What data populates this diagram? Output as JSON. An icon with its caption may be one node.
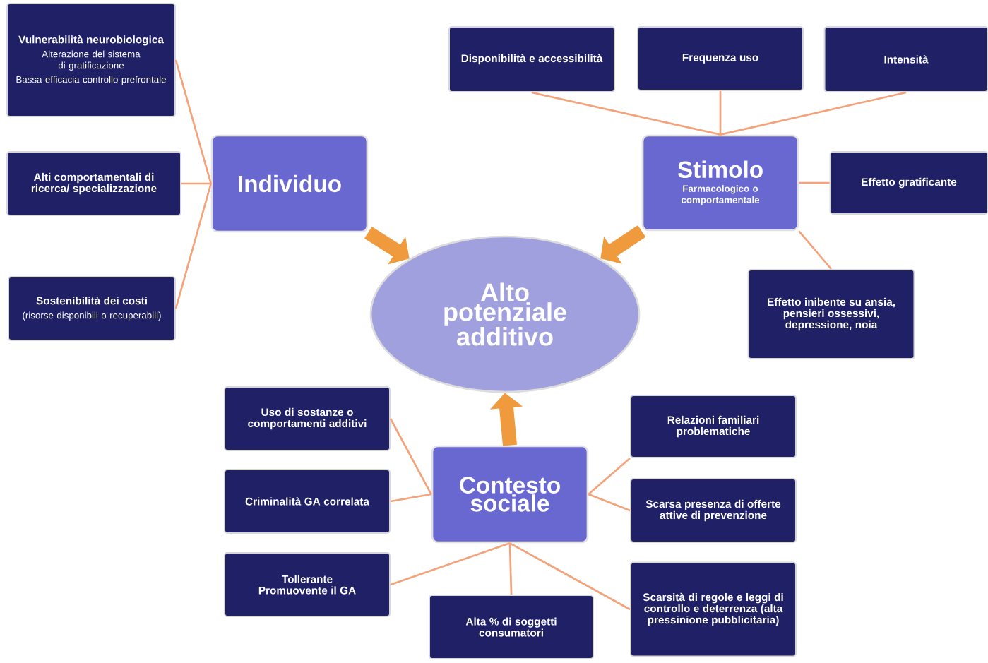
{
  "diagram": {
    "nodes": [
      {
        "text": [
          "Vulnerabilità neurobiologica",
          "Alterazione del sistema di gratificazione",
          "Bassa efficacia controllo prefrontale"
        ]
      },
      {
        "text": [
          "Disponibilità e accessibilità"
        ]
      },
      {
        "text": [
          "Frequenza uso"
        ]
      },
      {
        "text": [
          "Intensità"
        ]
      },
      {
        "text": [
          "Individuo"
        ]
      },
      {
        "text": [
          "Stimolo",
          "Farmacologico o comportamentale"
        ]
      },
      {
        "text": [
          "Alti comportamentali di ricerca/ specializzazione"
        ]
      },
      {
        "text": [
          "Effetto gratificante"
        ]
      },
      {
        "text": [
          "Alto potenziale additivo"
        ]
      },
      {
        "text": [
          "Sostenibilità dei costi",
          "(risorse disponibili o recuperabili)"
        ]
      },
      {
        "text": [
          "Effetto inibente su ansia, pensieri ossessivi, depressione, noia"
        ]
      },
      {
        "text": [
          "Uso di sostanze o comportamenti additivi"
        ]
      },
      {
        "text": [
          "Relazioni familiari problematiche"
        ]
      },
      {
        "text": [
          "Contesto sociale"
        ]
      },
      {
        "text": [
          "Criminalità GA correlata"
        ]
      },
      {
        "text": [
          "Scarsa presenza di offerte attive di prevenzione"
        ]
      },
      {
        "text": [
          "Tollerante Promuovente il GA"
        ]
      },
      {
        "text": [
          "Scarsità di regole e leggi di controllo e deterrenza (alta pressinione pubblicitaria)"
        ]
      },
      {
        "text": [
          "Alta % di soggetti consumatori"
        ]
      }
    ],
    "edges": [
      {
        "from": 4,
        "to": 8,
        "arrow": "to",
        "style": "thick",
        "color": "#f09a3e"
      },
      {
        "from": 5,
        "to": 8,
        "arrow": "to",
        "style": "thick",
        "color": "#f09a3e"
      },
      {
        "from": 13,
        "to": 8,
        "arrow": "to",
        "style": "thick",
        "color": "#f09a3e"
      },
      {
        "from": 0,
        "to": 4,
        "arrow": "none"
      },
      {
        "from": 6,
        "to": 4,
        "arrow": "none"
      },
      {
        "from": 9,
        "to": 4,
        "arrow": "none"
      },
      {
        "from": 1,
        "to": 5,
        "arrow": "none"
      },
      {
        "from": 2,
        "to": 5,
        "arrow": "none"
      },
      {
        "from": 3,
        "to": 5,
        "arrow": "none"
      },
      {
        "from": 5,
        "to": 7,
        "arrow": "none"
      },
      {
        "from": 5,
        "to": 10,
        "arrow": "none"
      },
      {
        "from": 13,
        "to": 11,
        "arrow": "none"
      },
      {
        "from": 13,
        "to": 14,
        "arrow": "none"
      },
      {
        "from": 13,
        "to": 16,
        "arrow": "none"
      },
      {
        "from": 13,
        "to": 18,
        "arrow": "none"
      },
      {
        "from": 13,
        "to": 17,
        "arrow": "none"
      },
      {
        "from": 13,
        "to": 12,
        "arrow": "none"
      },
      {
        "from": 13,
        "to": 15,
        "arrow": "none"
      }
    ]
  }
}
